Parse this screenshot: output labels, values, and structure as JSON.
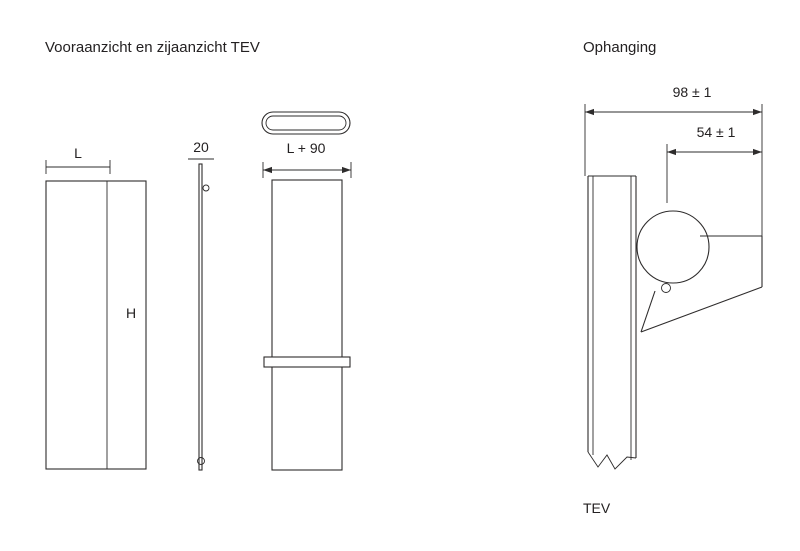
{
  "canvas": {
    "background": "#ffffff",
    "ink": "#2e2c2c"
  },
  "views": {
    "title": "Vooraanzicht en zijaanzicht TEV",
    "front": {
      "width_label": "L",
      "height_label": "H"
    },
    "side": {
      "thickness_label": "20"
    },
    "top": {
      "width_label": "L + 90"
    }
  },
  "mounting": {
    "title": "Ophanging",
    "depth_total_label": "98 ± 1",
    "depth_bracket_label": "54 ± 1",
    "caption": "TEV"
  }
}
